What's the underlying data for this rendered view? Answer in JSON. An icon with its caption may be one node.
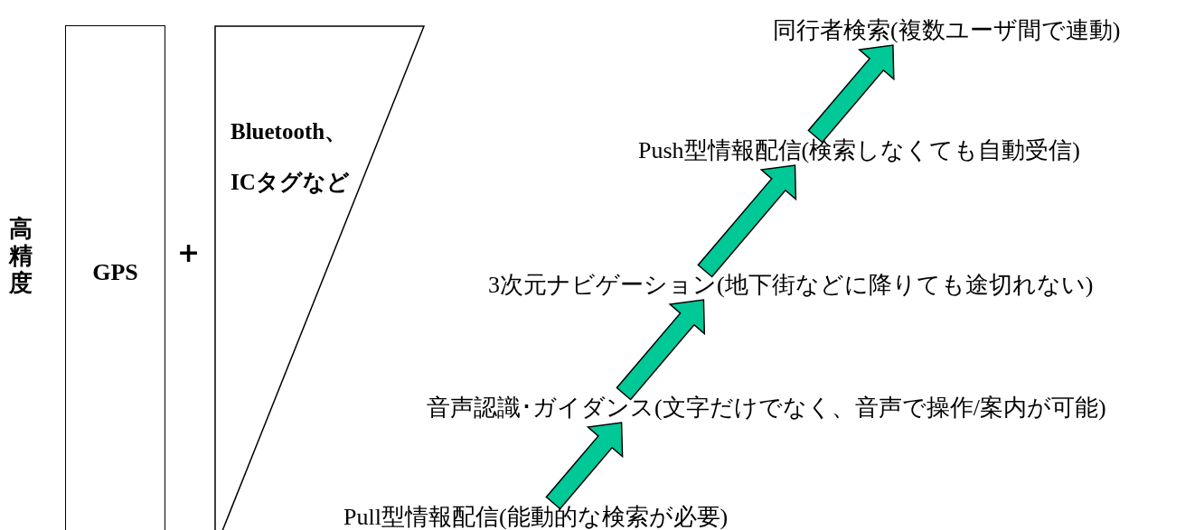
{
  "diagram": {
    "nodes": [
      {
        "text": [
          "GPS"
        ]
      },
      {
        "text": [
          "Bluetooth、ICタグなど"
        ]
      },
      {
        "text": [
          "同行者検索(複数ユーザ間で連動)"
        ]
      },
      {
        "text": [
          "Push型情報配信(検索しなくても自動受信)"
        ]
      },
      {
        "text": [
          "3次元ナビゲーション(地下街などに降りても途切れない)"
        ]
      },
      {
        "text": [
          "音声認識･ガイダンス(文字だけでなく、音声で操作/案内が可能)"
        ]
      },
      {
        "text": [
          "Pull型情報配信(能動的な検索が必要)"
        ]
      }
    ],
    "edges": [
      {
        "from": 6,
        "to": 5,
        "arrow": "to"
      },
      {
        "from": 5,
        "to": 4,
        "arrow": "to"
      },
      {
        "from": 4,
        "to": 3,
        "arrow": "to"
      },
      {
        "from": 3,
        "to": 2,
        "arrow": "to"
      }
    ],
    "labels": [
      "高精度",
      "+"
    ]
  }
}
